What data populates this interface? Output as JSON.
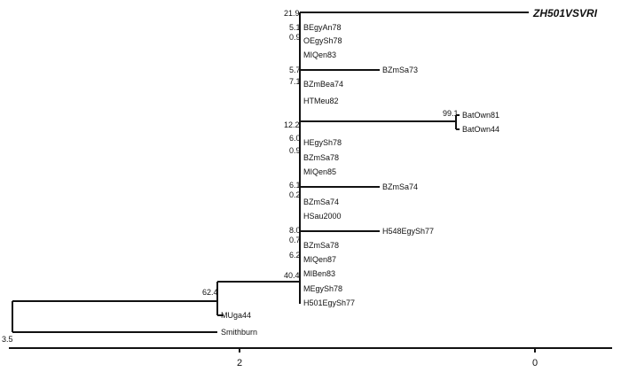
{
  "tree": {
    "taxa": [
      "ZH501VSVRI",
      "BEgyAn78",
      "OEgySh78",
      "MIQen83",
      "BZmSa73",
      "BZmBea74",
      "HTMeu82",
      "BatOwn81",
      "BatOwn44",
      "HEgySh78",
      "BZmSa78",
      "MIQen85",
      "BZmSa74",
      "BZmSa74",
      "HSau2000",
      "H548EgySh77",
      "BZmSa78",
      "MIQen87",
      "MIBen83",
      "MEgySh78",
      "H501EgySh77",
      "MUga44",
      "Smithburn"
    ],
    "node_values": [
      "21.9",
      "5.1",
      "0.9",
      "5.7",
      "7.1",
      "12.2",
      "6.0",
      "0.9",
      "99.1",
      "6.1",
      "0.2",
      "8.0",
      "0.7",
      "6.2",
      "40.4",
      "62.4",
      "3.5"
    ]
  },
  "axis": {
    "ticks": [
      "2",
      "0"
    ]
  }
}
